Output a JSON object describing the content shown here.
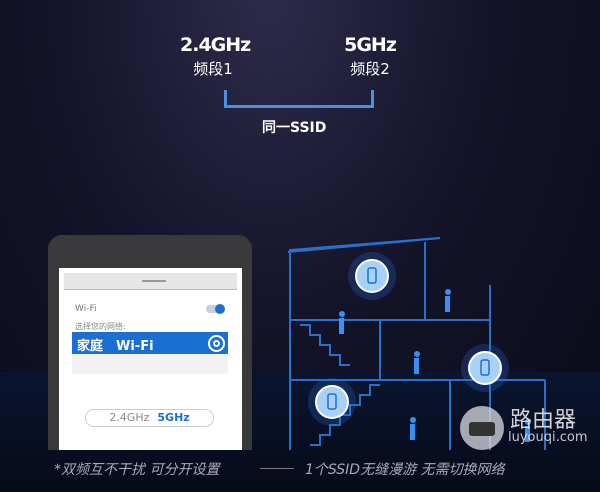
{
  "bands": [
    {
      "freq": "2.4GHz",
      "name": "频段1"
    },
    {
      "freq": "5GHz",
      "name": "频段2"
    }
  ],
  "ssid_label": "同一SSID",
  "phone": {
    "wifi_label": "Wi-Fi",
    "wifi_on": true,
    "select_label": "选择您的网络:",
    "network": "家庭　Wi-Fi",
    "band_24": "2.4GHz",
    "band_5": "5GHz",
    "selected_band": "5GHz"
  },
  "caption_left": "*双频互不干扰 可分开设置",
  "caption_right": "1个SSID无缝漫游 无需切换网络",
  "watermark": {
    "name": "路由器",
    "url": "luyouqi.com"
  },
  "colors": {
    "accent": "#1b6fd0",
    "line": "#2a6fc8"
  }
}
